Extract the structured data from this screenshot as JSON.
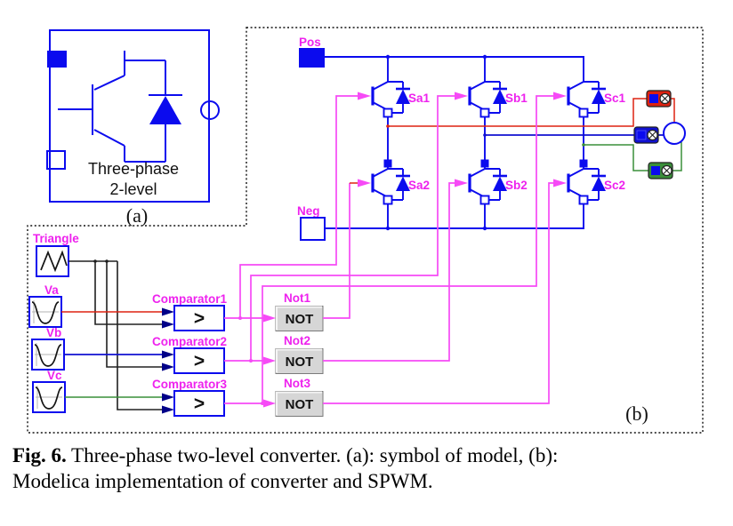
{
  "panel_a": {
    "label": "(a)",
    "symbol_line1": "Three-phase",
    "symbol_line2": "2-level"
  },
  "panel_b": {
    "label": "(b)",
    "pos": "Pos",
    "neg": "Neg",
    "igbts": [
      "Sa1",
      "Sb1",
      "Sc1",
      "Sa2",
      "Sb2",
      "Sc2"
    ],
    "triangle": "Triangle",
    "sine_sources": [
      "Va",
      "Vb",
      "Vc"
    ],
    "comparators": [
      "Comparator1",
      "Comparator2",
      "Comparator3"
    ],
    "comparator_glyph": ">",
    "nots": [
      "Not1",
      "Not2",
      "Not3"
    ],
    "not_glyph": "NOT"
  },
  "caption": {
    "bold": "Fig. 6.",
    "line1": " Three-phase two-level converter. (a): symbol of model, (b):",
    "line2": "Modelica implementation of converter and SPWM."
  },
  "colors": {
    "component_blue": "#0b0bee",
    "label_magenta": "#ee22ee",
    "signal_magenta": "#f64af6",
    "phase_a_red": "#dd2211",
    "phase_b_blue": "#1010d0",
    "phase_c_green": "#3a8f3a",
    "carrier_black": "#202020",
    "comparator_arrow_navy": "#000088",
    "not_block_gray": "#d6d6d6"
  }
}
